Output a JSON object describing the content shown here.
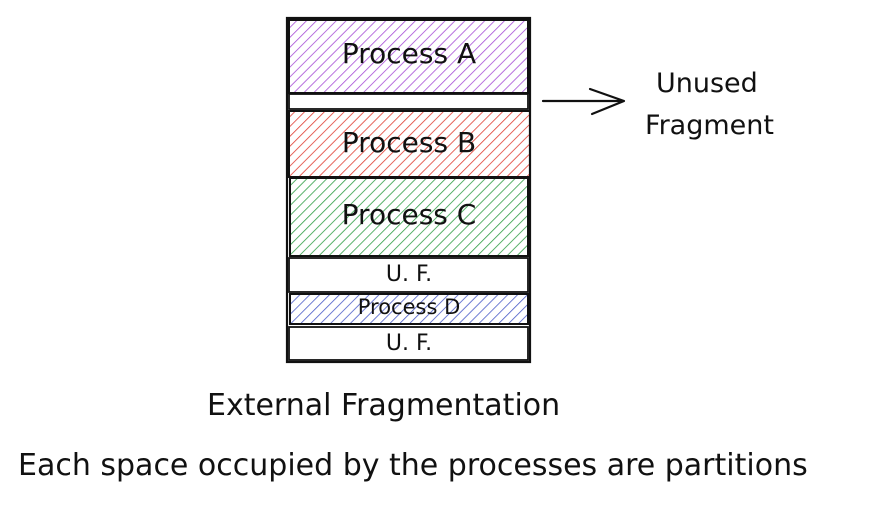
{
  "blocks": [
    {
      "label": "Process A",
      "color": "#a64dd6"
    },
    {
      "label": "Process B",
      "color": "#e03c31"
    },
    {
      "label": "Process C",
      "color": "#2f9e44"
    },
    {
      "label": "U. F.",
      "color": ""
    },
    {
      "label": "Process D",
      "color": "#4a5bc7"
    },
    {
      "label": "U. F.",
      "color": ""
    }
  ],
  "annotation": {
    "line1": "Unused",
    "line2": "Fragment"
  },
  "caption": {
    "title": "External Fragmentation",
    "subtitle": "Each space occupied by the processes are partitions"
  },
  "colors": {
    "stroke": "#111111",
    "background": "#ffffff"
  }
}
